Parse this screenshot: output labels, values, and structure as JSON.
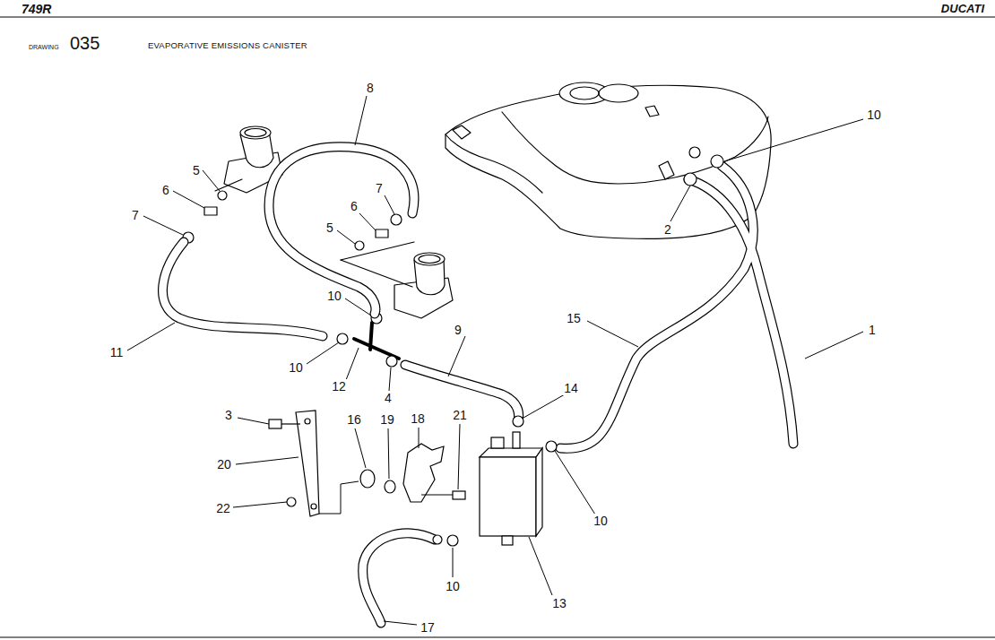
{
  "diagram": {
    "title": "EVAPORATIVE EMISSIONS CANISTER",
    "labels": [
      "749R",
      "DUCATI",
      "DRAWING",
      "035",
      "8",
      "10",
      "5",
      "6",
      "7",
      "7",
      "6",
      "5",
      "2",
      "10",
      "15",
      "1",
      "11",
      "9",
      "10",
      "12",
      "4",
      "14",
      "3",
      "16",
      "19",
      "18",
      "21",
      "20",
      "22",
      "10",
      "10",
      "13",
      "17"
    ]
  }
}
